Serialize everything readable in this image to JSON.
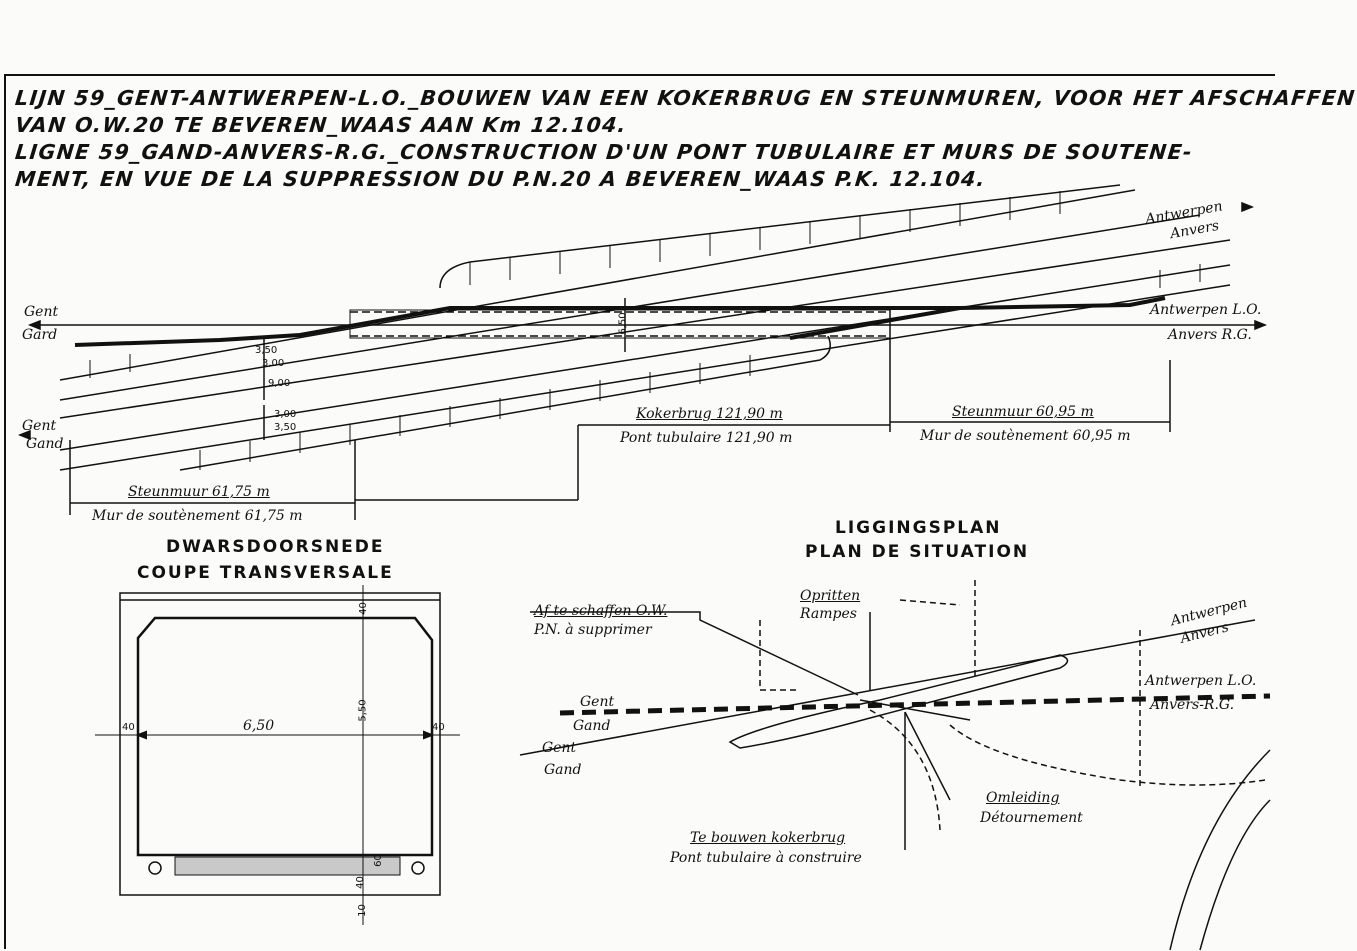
{
  "title": {
    "line1": "LIJN 59_GENT-ANTWERPEN-L.O._BOUWEN VAN EEN KOKERBRUG EN STEUNMUREN, VOOR HET AFSCHAFFEN",
    "line2": "VAN O.W.20 TE BEVEREN_WAAS AAN Km 12.104.",
    "line3": "LIGNE 59_GAND-ANVERS-R.G._CONSTRUCTION D'UN PONT TUBULAIRE ET MURS DE SOUTENE-",
    "line4": "MENT, EN VUE DE LA SUPPRESSION DU P.N.20 A BEVEREN_WAAS P.K. 12.104."
  },
  "plan": {
    "gent_top": "Gent",
    "gand_top": "Gard",
    "gent_bottom": "Gent",
    "gand_bottom": "Gand",
    "antwerpen_top": "Antwerpen",
    "anvers_top": "Anvers",
    "antwerpen_lo": "Antwerpen L.O.",
    "anvers_rg": "Anvers R.G.",
    "dim_350a": "3,50",
    "dim_300a": "3,00",
    "dim_900": "9,00",
    "dim_300b": "3,00",
    "dim_350b": "3,50",
    "dim_650": "6,50",
    "kokerbrug": "Kokerbrug 121,90 m",
    "pont": "Pont tubulaire 121,90 m",
    "steunmuur_r": "Steunmuur 60,95 m",
    "mur_r": "Mur de soutènement 60,95 m",
    "steunmuur_l": "Steunmuur 61,75 m",
    "mur_l": "Mur de soutènement 61,75 m"
  },
  "section": {
    "title1": "DWARSDOORSNEDE",
    "title2": "COUPE TRANSVERSALE",
    "dim_40_top": "40",
    "dim_550": "5,50",
    "dim_40_left": "40",
    "dim_650": "6,50",
    "dim_40_right": "40",
    "dim_60": "60",
    "dim_40_bottom": "40",
    "dim_10": "10"
  },
  "situation": {
    "title1": "LIGGINGSPLAN",
    "title2": "PLAN DE SITUATION",
    "afte": "Af te schaffen O.W.",
    "pn": "P.N. à supprimer",
    "opritten": "Opritten",
    "rampes": "Rampes",
    "antwerpen": "Antwerpen",
    "anvers": "Anvers",
    "antwerpen_lo": "Antwerpen L.O.",
    "anvers_rg": "Anvers-R.G.",
    "gent1": "Gent",
    "gand1": "Gand",
    "gent2": "Gent",
    "gand2": "Gand",
    "omleiding": "Omleiding",
    "detournement": "Détournement",
    "tebouwen": "Te bouwen kokerbrug",
    "pont": "Pont tubulaire à construire"
  }
}
